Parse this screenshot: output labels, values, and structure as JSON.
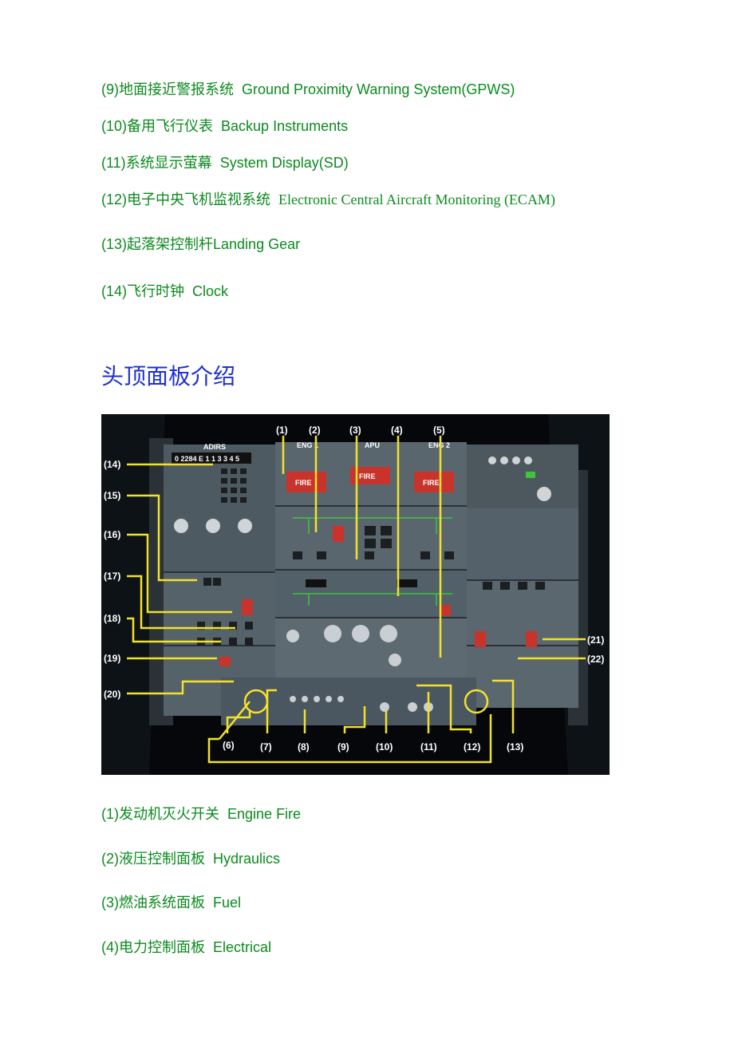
{
  "list_top": [
    {
      "num": "(9)",
      "cn": "地面接近警报系统",
      "en": "Ground Proximity Warning System(GPWS)"
    },
    {
      "num": "(10)",
      "cn": "备用飞行仪表",
      "en": "Backup Instruments"
    },
    {
      "num": "(11)",
      "cn": "系统显示萤幕",
      "en": "System Display(SD)"
    },
    {
      "num": "(12)",
      "cn": "电子中央飞机监视系统",
      "en": "Electronic Central Aircraft Monitoring (ECAM)"
    },
    {
      "num": "(13)",
      "cn": "起落架控制杆",
      "en": "Landing Gear"
    },
    {
      "num": "(14)",
      "cn": "飞行时钟",
      "en": "Clock"
    }
  ],
  "heading": "头顶面板介绍",
  "figure": {
    "callouts_top": [
      "(1)",
      "(2)",
      "(3)",
      "(4)",
      "(5)"
    ],
    "callouts_left": [
      "(14)",
      "(15)",
      "(16)",
      "(17)",
      "(18)",
      "(19)",
      "(20)"
    ],
    "callouts_bottom": [
      "(6)",
      "(7)",
      "(8)",
      "(9)",
      "(10)",
      "(11)",
      "(12)",
      "(13)"
    ],
    "callouts_right": [
      "(21)",
      "(22)"
    ],
    "panel_labels": {
      "eng1": "ENG 1",
      "apu": "APU",
      "eng2": "ENG 2",
      "fire": "FIRE",
      "adirs": "ADIRS",
      "clock_readout": "0 2284 E 1 1 3 3 4 5"
    }
  },
  "list_bottom": [
    {
      "num": "(1)",
      "cn": "发动机灭火开关",
      "en": "Engine Fire"
    },
    {
      "num": "(2)",
      "cn": "液压控制面板",
      "en": "Hydraulics"
    },
    {
      "num": "(3)",
      "cn": "燃油系统面板",
      "en": "Fuel"
    },
    {
      "num": "(4)",
      "cn": "电力控制面板",
      "en": "Electrical"
    }
  ]
}
